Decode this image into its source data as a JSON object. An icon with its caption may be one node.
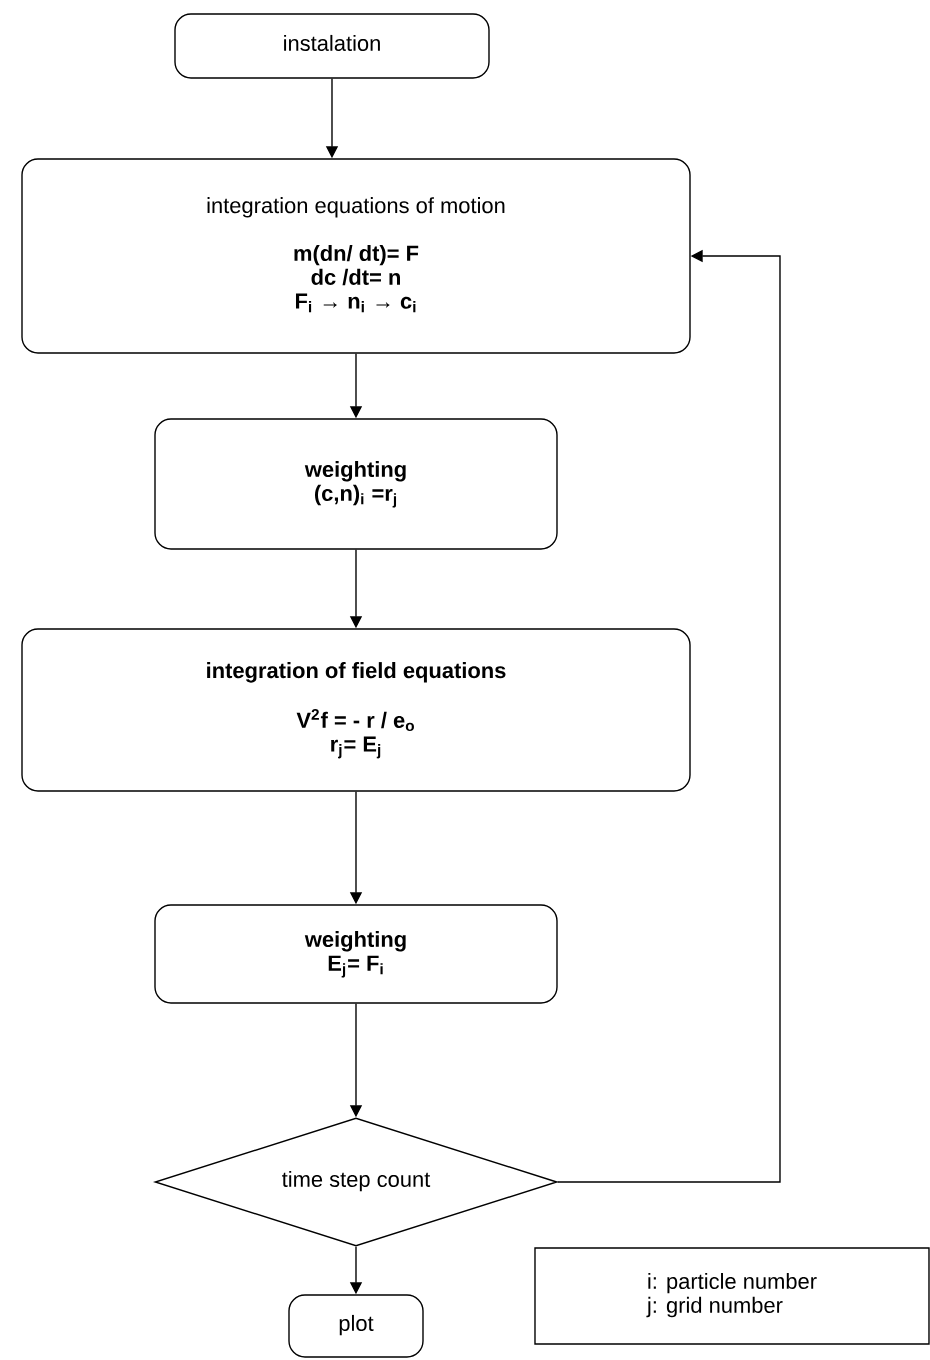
{
  "diagram": {
    "nodes": [
      {
        "text": [
          "instalation"
        ]
      },
      {
        "text": [
          "integration equations of motion",
          "m(dn/ dt)= F",
          "dc /dt= n",
          "F$_{i}$ → n$_{i}$ → c$_{i}$"
        ]
      },
      {
        "text": [
          "weighting",
          "(c,n)$_{i}$ =r$_{j}$"
        ]
      },
      {
        "text": [
          "integration of field equations",
          "V$^{2}$f = - r / e$_{o}$",
          "r$_{j}$= E$_{j}$"
        ]
      },
      {
        "text": [
          "weighting",
          "E$_{j}$= F$_{i}$"
        ]
      },
      {
        "text": [
          "time step count"
        ]
      },
      {
        "text": [
          "plot"
        ]
      },
      {
        "text": [
          "i: particle number",
          "j: grid number"
        ]
      }
    ],
    "edges": [
      {
        "from": 0,
        "to": 1,
        "arrow": "to"
      },
      {
        "from": 1,
        "to": 2,
        "arrow": "to"
      },
      {
        "from": 2,
        "to": 3,
        "arrow": "to"
      },
      {
        "from": 3,
        "to": 4,
        "arrow": "to"
      },
      {
        "from": 4,
        "to": 5,
        "arrow": "to"
      },
      {
        "from": 5,
        "to": 6,
        "arrow": "to"
      },
      {
        "from": 5,
        "to": 1,
        "arrow": "to"
      }
    ]
  }
}
